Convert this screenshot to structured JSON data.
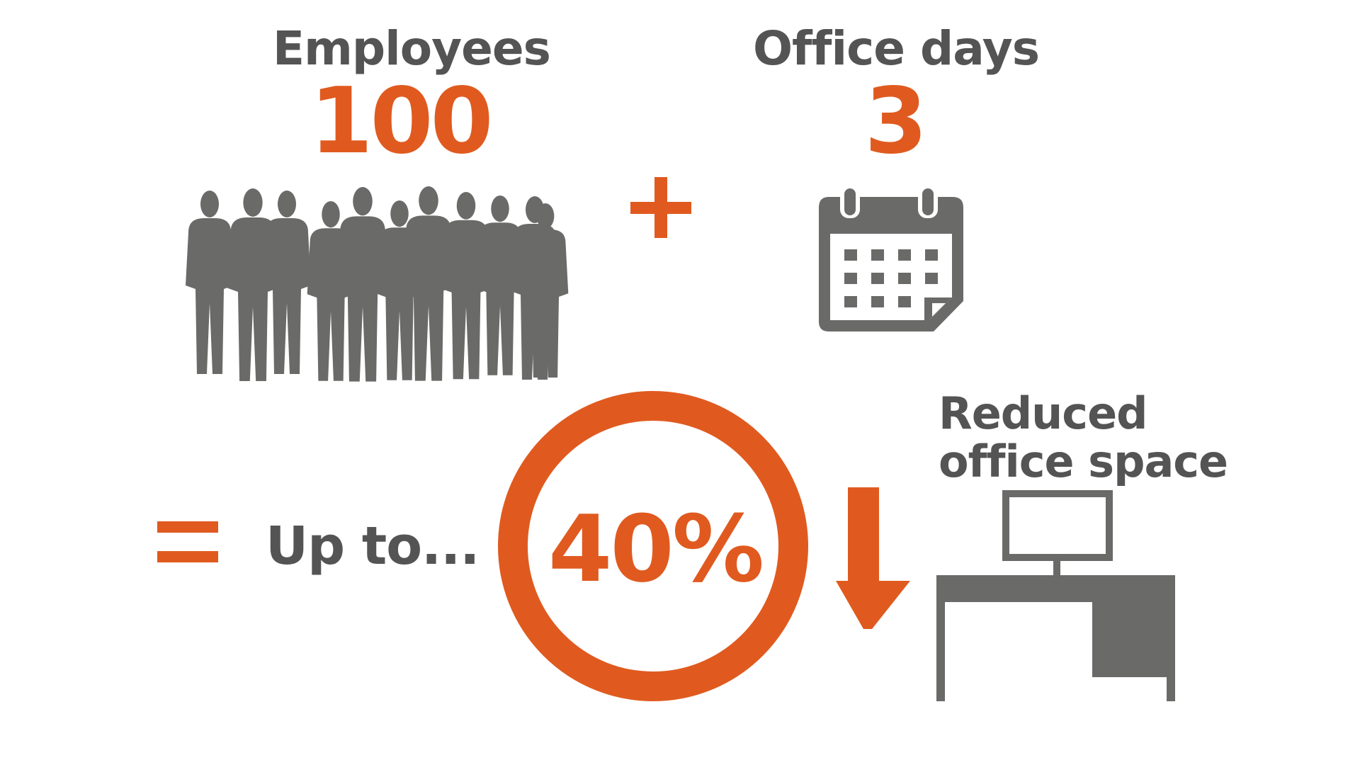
{
  "employees": {
    "label": "Employees",
    "value": "100"
  },
  "office_days": {
    "label": "Office days",
    "value": "3"
  },
  "result": {
    "prefix": "Up to...",
    "value": "40%",
    "description": "Reduced\noffice space"
  },
  "icons": [
    "people-group-icon",
    "plus-icon",
    "calendar-icon",
    "equals-icon",
    "down-arrow-icon",
    "desk-computer-icon"
  ],
  "colors": {
    "accent": "#e05a1f",
    "text": "#555454",
    "icon": "#6a6a69"
  }
}
